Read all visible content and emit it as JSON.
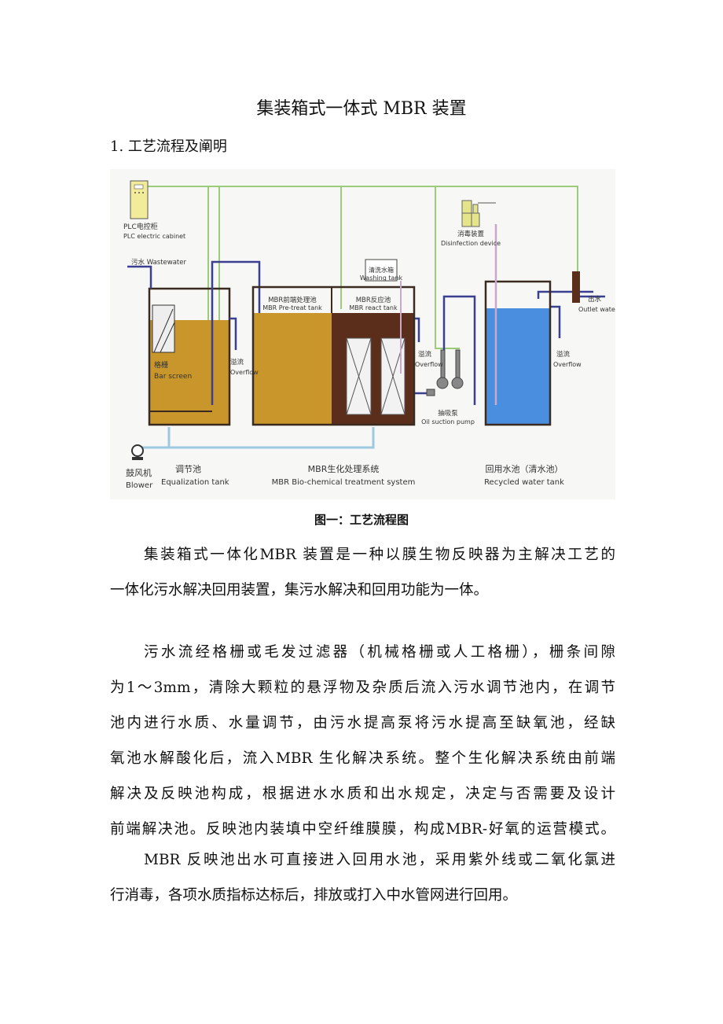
{
  "title": "集装箱式一体式 MBR 装置",
  "section_heading": "1. 工艺流程及阐明",
  "figure": {
    "labels": {
      "plc_cn": "PLC电控柜",
      "plc_en": "PLC electric cabinet",
      "wastewater": "污水 Wastewater",
      "bar_screen_cn": "格栅",
      "bar_screen_en": "Bar screen",
      "overflow_cn": "溢流",
      "overflow_en": "Overflow",
      "pretreat_cn": "MBR前端处理池",
      "pretreat_en": "MBR Pre-treat tank",
      "react_cn": "MBR反应池",
      "react_en": "MBR react tank",
      "washing_cn": "清洗水箱",
      "washing_en": "Washing tank",
      "pump_cn": "抽吸泵",
      "pump_en": "Oil suction pump",
      "disinfection_cn": "消毒装置",
      "disinfection_en": "Disinfection device",
      "outlet_cn": "出水",
      "outlet_en": "Outlet water",
      "blower_cn": "鼓风机",
      "blower_en": "Blower",
      "equalization_cn": "调节池",
      "equalization_en": "Equalization tank",
      "bio_cn": "MBR生化处理系统",
      "bio_en": "MBR Bio-chemical treatment system",
      "recycled_cn": "回用水池（清水池）",
      "recycled_en": "Recycled water tank"
    },
    "caption": "图一：工艺流程图"
  },
  "paragraphs": [
    [
      "集装箱式一体化MBR 装置是一种以膜生物反映器为主解决工艺的",
      "一体化污水解决回用装置，集污水解决和回用功能为一体。"
    ],
    [
      "污水流经格栅或毛发过滤器（机械格栅或人工格栅），栅条间隙",
      "为1～3mm，清除大颗粒的悬浮物及杂质后流入污水调节池内，在调节",
      "池内进行水质、水量调节，由污水提高泵将污水提高至缺氧池，经缺",
      "氧池水解酸化后，流入MBR 生化解决系统。整个生化解决系统由前端",
      "解决及反映池构成，根据进水水质和出水规定，决定与否需要及设计",
      "前端解决池。反映池内装填中空纤维膜膜，构成MBR-好氧的运营模式。"
    ],
    [
      "MBR 反映池出水可直接进入回用水池，采用紫外线或二氧化氯进",
      "行消毒，各项水质指标达标后，排放或打入中水管网进行回用。"
    ]
  ]
}
